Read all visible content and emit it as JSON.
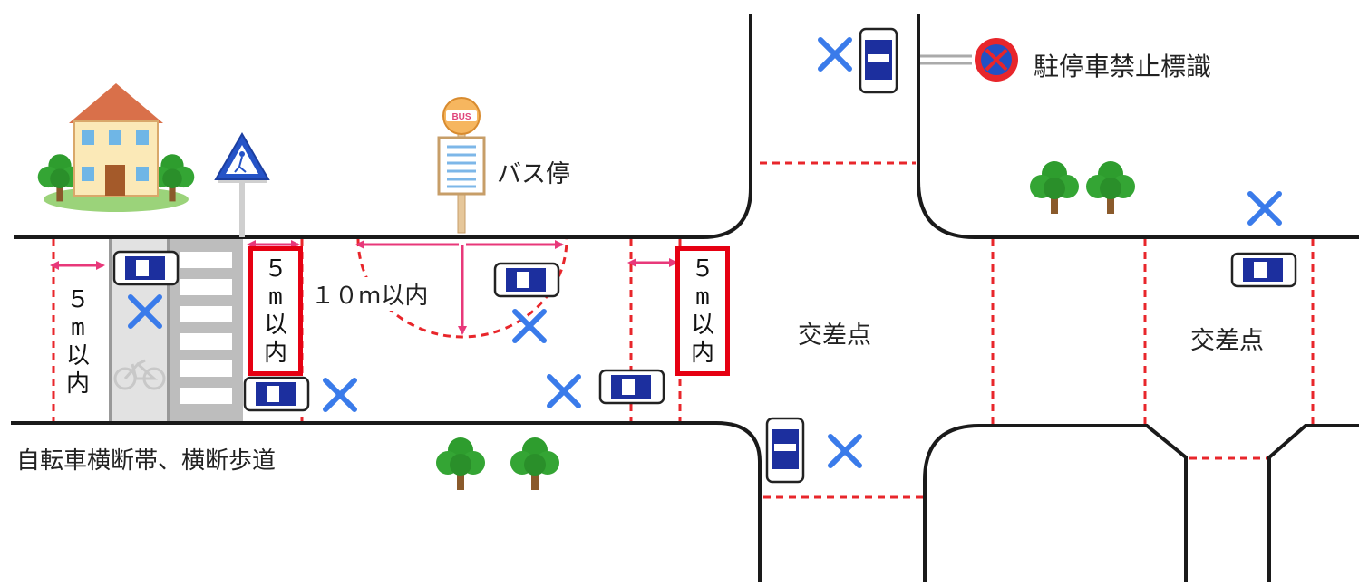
{
  "labels": {
    "no_parking_sign": "駐停車禁止標識",
    "bus_stop": "バス停",
    "within_10m": "１０m以内",
    "intersection": "交差点",
    "crossing": "自転車横断帯、横断歩道",
    "bus_sign_text": "BUS"
  },
  "vertical_labels": {
    "left": [
      "５",
      "m",
      "以",
      "内"
    ],
    "crosswalk": [
      "５",
      "m",
      "以",
      "内"
    ],
    "intersection_edge": [
      "５",
      "m",
      "以",
      "内"
    ]
  },
  "colors": {
    "road_edge": "#1a1a1a",
    "dashed_zone": "#e8262b",
    "arrow": "#e8387a",
    "cross_mark": "#3a7bea",
    "highlight_box": "#e60012",
    "car_body": "#1c2f9e",
    "tree": "#2e9d2e"
  }
}
